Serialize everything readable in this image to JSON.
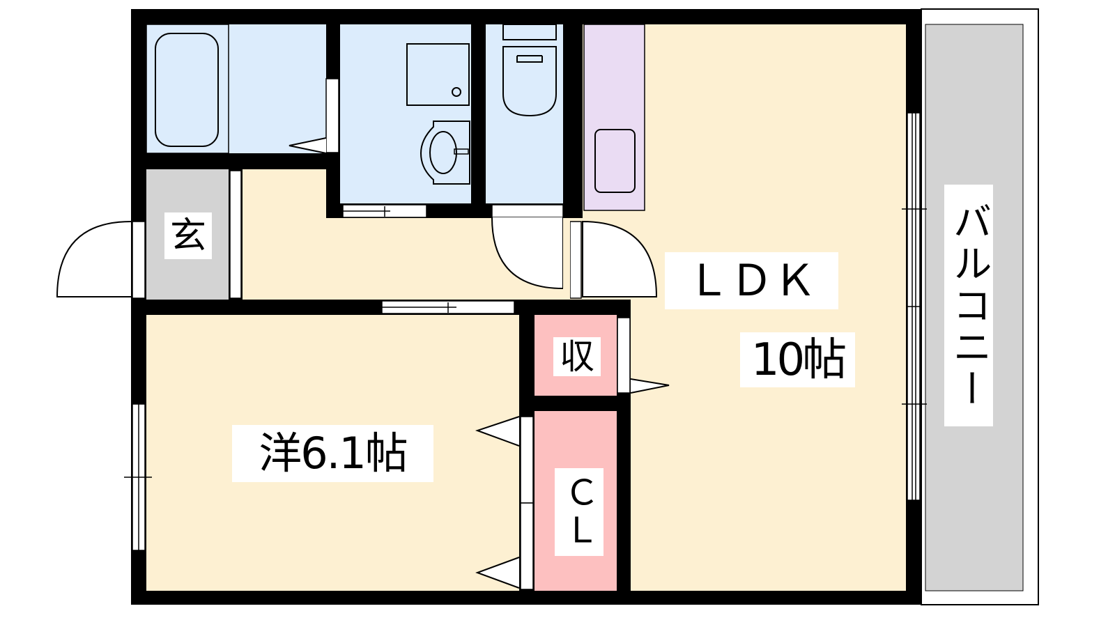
{
  "rooms": {
    "entrance": "玄",
    "ldk_name": "ＬＤＫ",
    "ldk_size": "10帖",
    "western": "洋6.1帖",
    "storage": "収",
    "closet": "ＣＬ",
    "balcony": "バルコニー"
  },
  "colors": {
    "wet_area": "#dcecfc",
    "floor": "#fdf0d2",
    "entrance": "#d3d3d3",
    "storage": "#fdc0c0",
    "kitchen": "#eadcf3",
    "wall": "#000000"
  }
}
